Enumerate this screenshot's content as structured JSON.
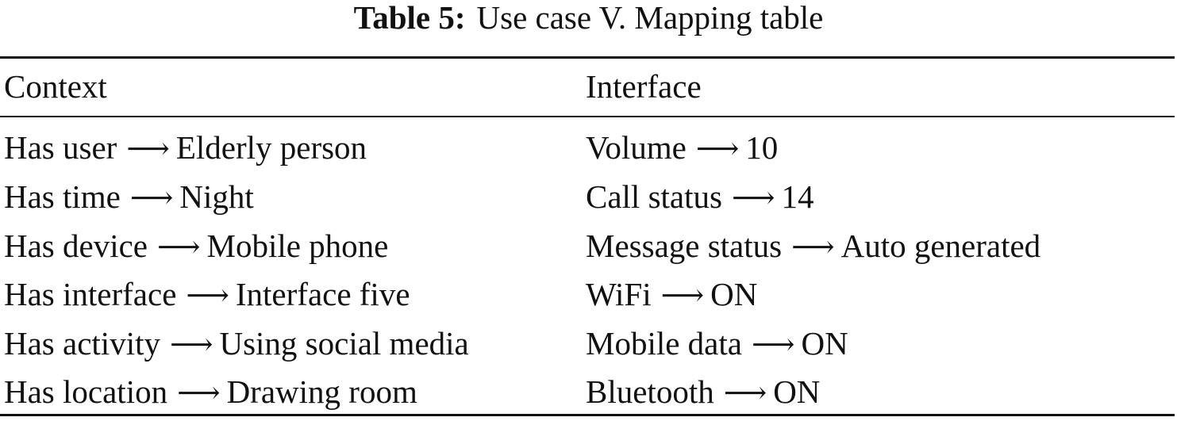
{
  "caption": {
    "label": "Table 5:",
    "text": "Use case V. Mapping table"
  },
  "table": {
    "headers": [
      "Context",
      "Interface"
    ],
    "arrow": "⟶",
    "rows": [
      {
        "context_key": "Has user",
        "context_value": "Elderly person",
        "interface_key": "Volume",
        "interface_value": "10"
      },
      {
        "context_key": "Has time",
        "context_value": "Night",
        "interface_key": "Call status",
        "interface_value": "14"
      },
      {
        "context_key": "Has device",
        "context_value": "Mobile phone",
        "interface_key": "Message status",
        "interface_value": "Auto generated"
      },
      {
        "context_key": "Has interface",
        "context_value": "Interface five",
        "interface_key": "WiFi",
        "interface_value": "ON"
      },
      {
        "context_key": "Has activity",
        "context_value": "Using social media",
        "interface_key": "Mobile data",
        "interface_value": "ON"
      },
      {
        "context_key": "Has location",
        "context_value": "Drawing room",
        "interface_key": "Bluetooth",
        "interface_value": "ON"
      }
    ]
  }
}
